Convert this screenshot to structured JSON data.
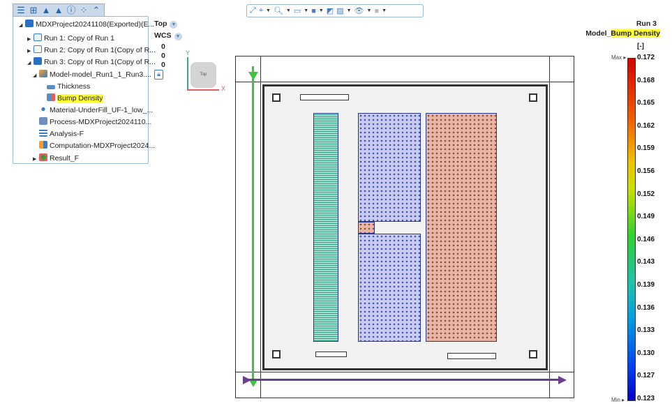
{
  "tree": {
    "tab_icons": [
      "list-icon",
      "tree-icon",
      "layers-icon",
      "cone-icon",
      "info-icon",
      "scatter-icon",
      "collapse-icon"
    ],
    "items": [
      {
        "label": "MDXProject20241108(Exported)(E...",
        "level": 0,
        "expanded": "open"
      },
      {
        "label": "Run 1: Copy of Run 1",
        "level": 1,
        "expanded": "closed"
      },
      {
        "label": "Run 2: Copy of Run 1(Copy of R...",
        "level": 1,
        "expanded": "closed"
      },
      {
        "label": "Run 3: Copy of Run 1(Copy of R...",
        "level": 1,
        "expanded": "open"
      },
      {
        "label": "Model-model_Run1_1_Run3....",
        "level": 2,
        "expanded": "open"
      },
      {
        "label": "Thickness",
        "level": 3
      },
      {
        "label": "Bump Density",
        "level": 3,
        "highlighted": true
      },
      {
        "label": "Material-UnderFill_UF-1_low_...",
        "level": 2
      },
      {
        "label": "Process-MDXProject2024110...",
        "level": 2
      },
      {
        "label": "Analysis-F",
        "level": 2
      },
      {
        "label": "Computation-MDXProject2024...",
        "level": 2
      },
      {
        "label": "Result_F",
        "level": 2,
        "expanded": "closed"
      }
    ]
  },
  "view": {
    "orientation": "Top",
    "coords": "WCS",
    "values": [
      "0",
      "0",
      "0"
    ],
    "cube_label": "Top",
    "axis_x": "X",
    "axis_y": "Y"
  },
  "legend": {
    "run": "Run 3",
    "title_prefix": "Model_",
    "title_highlight": "Bump Density",
    "unit": "[-]",
    "max_label": "Max",
    "min_label": "Min",
    "ticks": [
      "0.172",
      "0.168",
      "0.165",
      "0.162",
      "0.159",
      "0.156",
      "0.152",
      "0.149",
      "0.146",
      "0.143",
      "0.139",
      "0.136",
      "0.133",
      "0.130",
      "0.127",
      "0.123"
    ]
  },
  "colors": {
    "arrow_vertical": "#3ec43e",
    "arrow_horizontal": "#6a3d8f",
    "highlight": "#ffff33"
  }
}
